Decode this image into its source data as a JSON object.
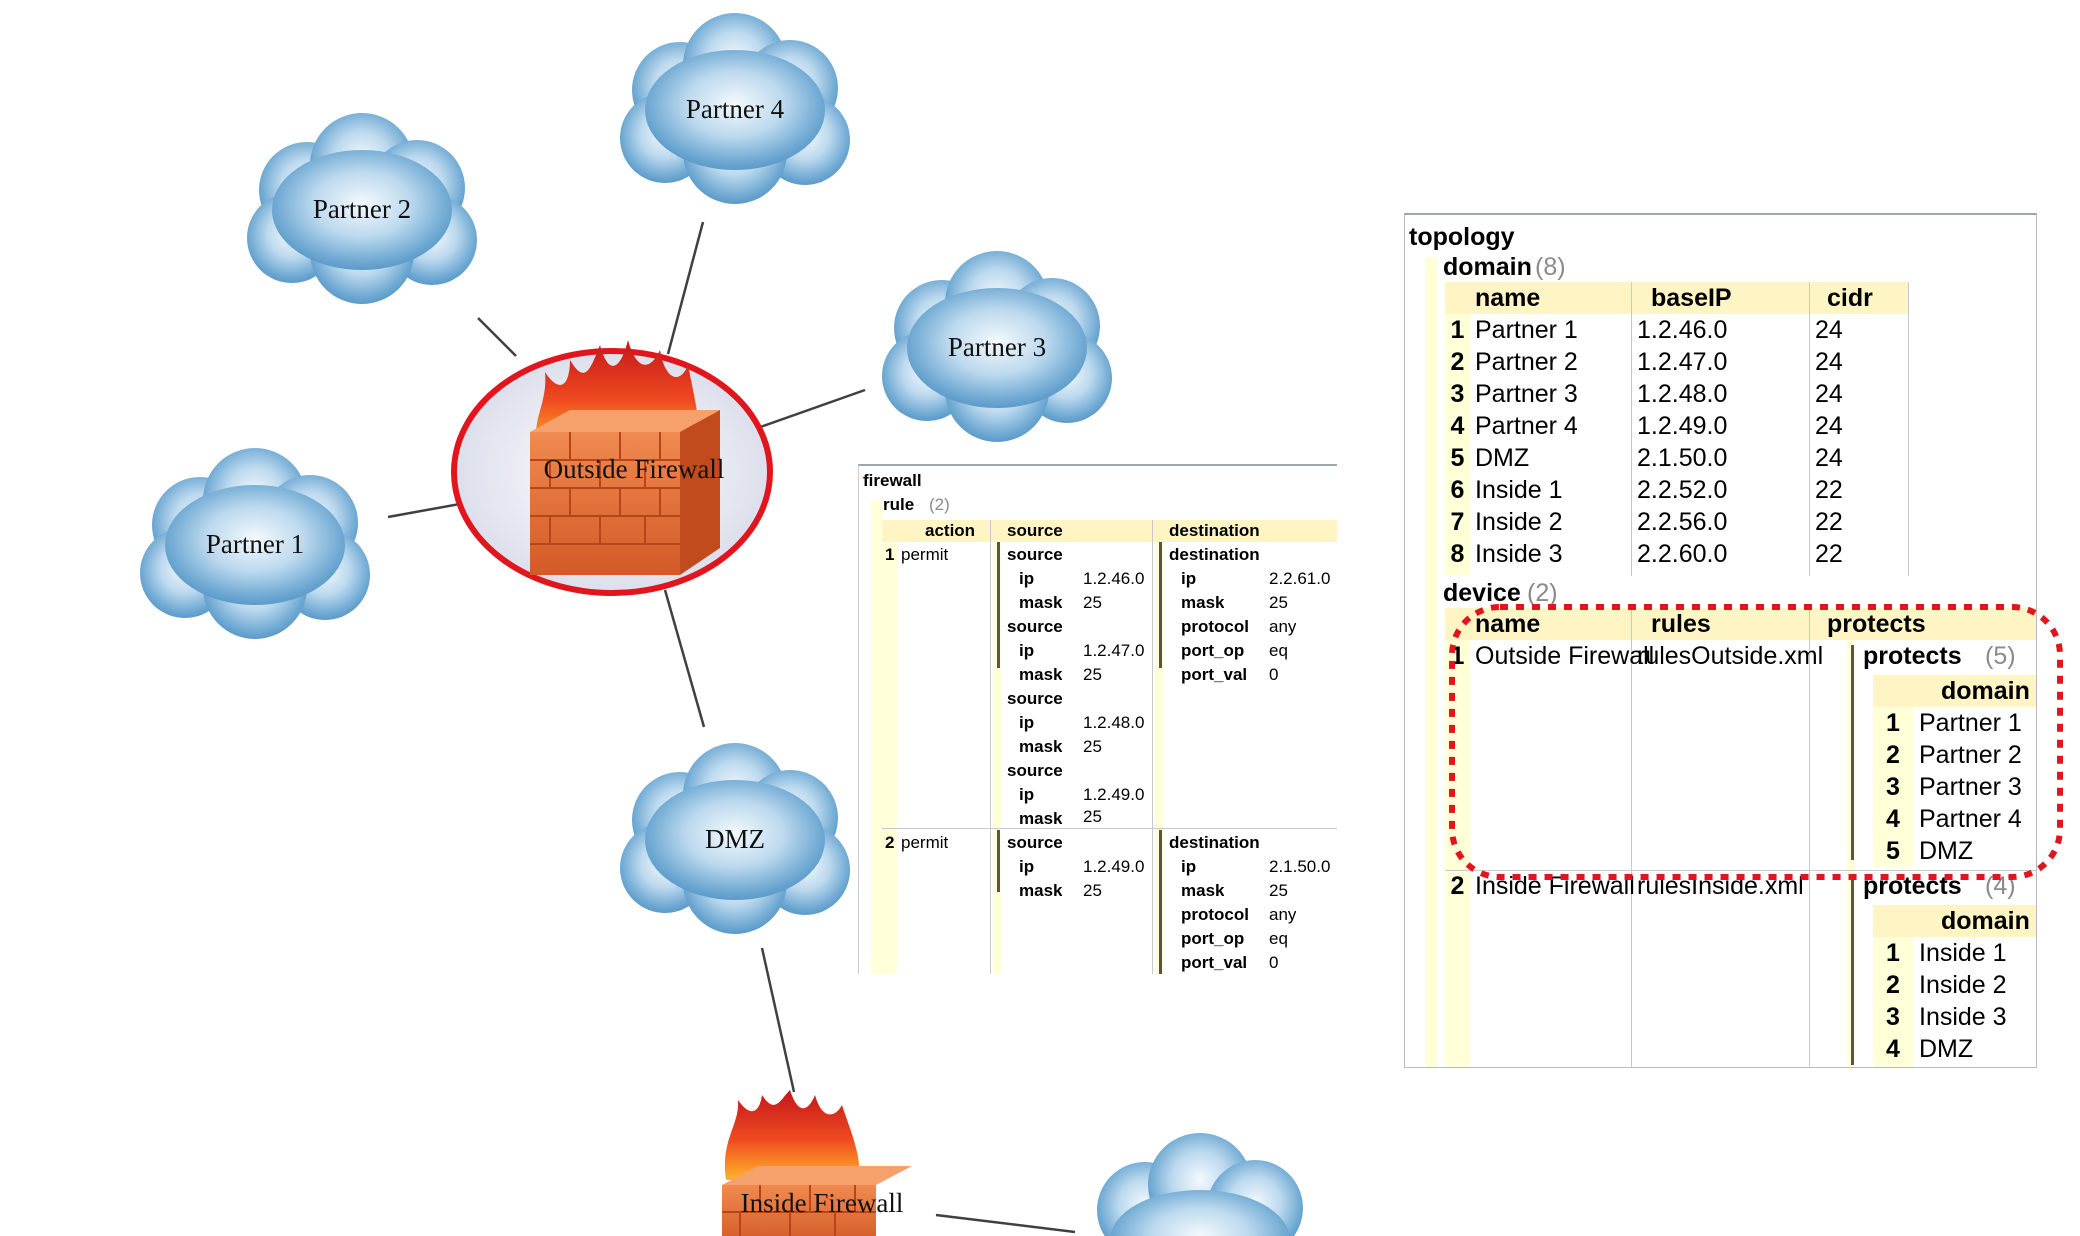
{
  "diagram": {
    "nodes": {
      "partner4": "Partner 4",
      "partner2": "Partner 2",
      "partner3": "Partner 3",
      "partner1": "Partner 1",
      "outside_firewall": "Outside Firewall",
      "dmz": "DMZ",
      "inside_firewall": "Inside Firewall"
    },
    "highlight_color": "#e0151d"
  },
  "firewall_table": {
    "title": "firewall",
    "rule_label": "rule",
    "rule_count": "(2)",
    "col_action": "action",
    "col_source": "source",
    "col_destination": "destination",
    "rules": [
      {
        "index": "1",
        "action": "permit",
        "sources": [
          {
            "label": "source",
            "ip_label": "ip",
            "ip": "1.2.46.0",
            "mask_label": "mask",
            "mask": "25"
          },
          {
            "label": "source",
            "ip_label": "ip",
            "ip": "1.2.47.0",
            "mask_label": "mask",
            "mask": "25"
          },
          {
            "label": "source",
            "ip_label": "ip",
            "ip": "1.2.48.0",
            "mask_label": "mask",
            "mask": "25"
          },
          {
            "label": "source",
            "ip_label": "ip",
            "ip": "1.2.49.0",
            "mask_label": "mask",
            "mask": "25"
          }
        ],
        "destination": {
          "label": "destination",
          "ip_label": "ip",
          "ip": "2.2.61.0",
          "mask_label": "mask",
          "mask": "25",
          "protocol_label": "protocol",
          "protocol": "any",
          "port_op_label": "port_op",
          "port_op": "eq",
          "port_val_label": "port_val",
          "port_val": "0"
        }
      },
      {
        "index": "2",
        "action": "permit",
        "sources": [
          {
            "label": "source",
            "ip_label": "ip",
            "ip": "1.2.49.0",
            "mask_label": "mask",
            "mask": "25"
          }
        ],
        "destination": {
          "label": "destination",
          "ip_label": "ip",
          "ip": "2.1.50.0",
          "mask_label": "mask",
          "mask": "25",
          "protocol_label": "protocol",
          "protocol": "any",
          "port_op_label": "port_op",
          "port_op": "eq",
          "port_val_label": "port_val",
          "port_val": "0"
        }
      }
    ]
  },
  "topology_table": {
    "title": "topology",
    "domain_label": "domain",
    "domain_count": "(8)",
    "col_name": "name",
    "col_baseip": "baseIP",
    "col_cidr": "cidr",
    "domains": [
      {
        "index": "1",
        "name": "Partner 1",
        "baseIP": "1.2.46.0",
        "cidr": "24"
      },
      {
        "index": "2",
        "name": "Partner 2",
        "baseIP": "1.2.47.0",
        "cidr": "24"
      },
      {
        "index": "3",
        "name": "Partner 3",
        "baseIP": "1.2.48.0",
        "cidr": "24"
      },
      {
        "index": "4",
        "name": "Partner 4",
        "baseIP": "1.2.49.0",
        "cidr": "24"
      },
      {
        "index": "5",
        "name": "DMZ",
        "baseIP": "2.1.50.0",
        "cidr": "24"
      },
      {
        "index": "6",
        "name": "Inside 1",
        "baseIP": "2.2.52.0",
        "cidr": "22"
      },
      {
        "index": "7",
        "name": "Inside 2",
        "baseIP": "2.2.56.0",
        "cidr": "22"
      },
      {
        "index": "8",
        "name": "Inside 3",
        "baseIP": "2.2.60.0",
        "cidr": "22"
      }
    ],
    "device_label": "device",
    "device_count": "(2)",
    "col_dev_name": "name",
    "col_rules": "rules",
    "col_protects": "protects",
    "devices": [
      {
        "index": "1",
        "name": "Outside Firewall",
        "rules": "rulesOutside.xml",
        "protects_label": "protects",
        "protects_count": "(5)",
        "domain_col": "domain",
        "protects": [
          {
            "index": "1",
            "domain": "Partner 1"
          },
          {
            "index": "2",
            "domain": "Partner 2"
          },
          {
            "index": "3",
            "domain": "Partner 3"
          },
          {
            "index": "4",
            "domain": "Partner 4"
          },
          {
            "index": "5",
            "domain": "DMZ"
          }
        ]
      },
      {
        "index": "2",
        "name": "Inside Firewall",
        "rules": "rulesInside.xml",
        "protects_label": "protects",
        "protects_count": "(4)",
        "domain_col": "domain",
        "protects": [
          {
            "index": "1",
            "domain": "Inside 1"
          },
          {
            "index": "2",
            "domain": "Inside 2"
          },
          {
            "index": "3",
            "domain": "Inside 3"
          },
          {
            "index": "4",
            "domain": "DMZ"
          }
        ]
      }
    ]
  }
}
